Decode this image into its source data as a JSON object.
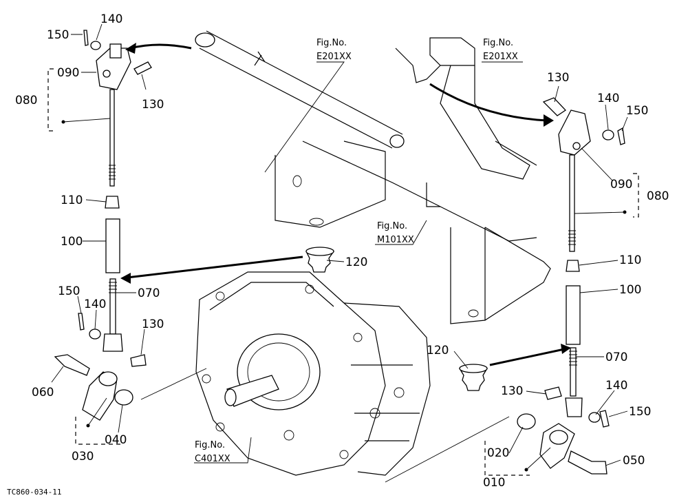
{
  "diagram_id": "TC860-034-11",
  "fig_refs": [
    {
      "label": "Fig.No.",
      "code": "E201XX"
    },
    {
      "label": "Fig.No.",
      "code": "E201XX"
    },
    {
      "label": "Fig.No.",
      "code": "M101XX"
    },
    {
      "label": "Fig.No.",
      "code": "C401XX"
    }
  ],
  "left_assembly": {
    "callouts": [
      "150",
      "140",
      "090",
      "080",
      "130",
      "110",
      "100",
      "120",
      "070",
      "150",
      "140",
      "130",
      "060",
      "040",
      "030"
    ]
  },
  "right_assembly": {
    "callouts": [
      "130",
      "140",
      "150",
      "090",
      "080",
      "110",
      "100",
      "070",
      "120",
      "130",
      "140",
      "150",
      "020",
      "050",
      "010"
    ]
  }
}
